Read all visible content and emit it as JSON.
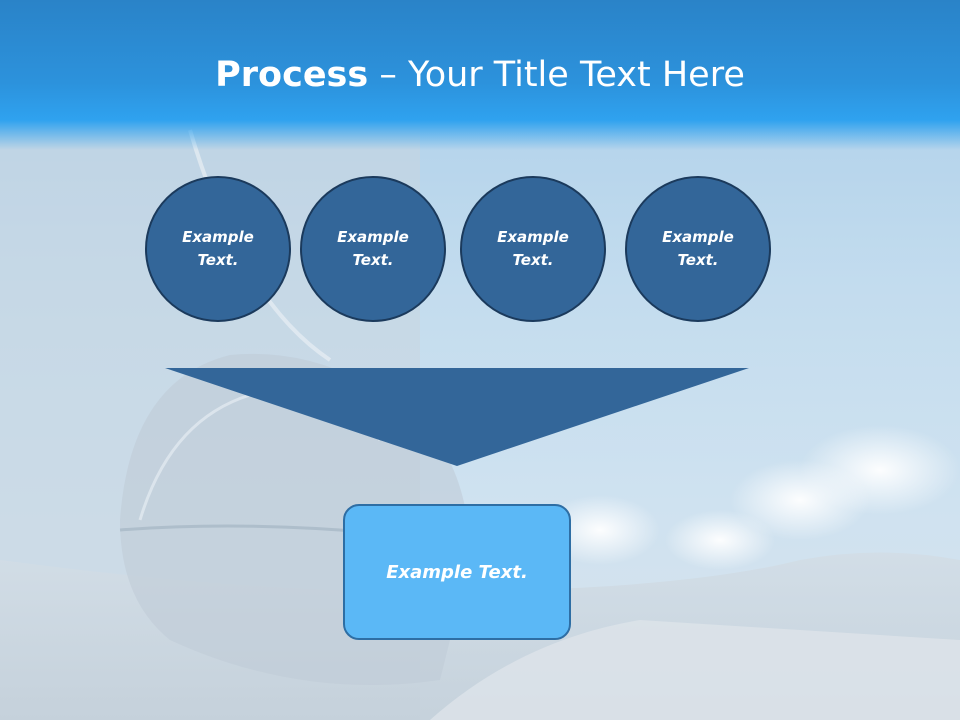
{
  "slide": {
    "title_bold": "Process",
    "title_rest": " – Your Title Text Here",
    "circles": [
      {
        "label": "Example\nText."
      },
      {
        "label": "Example\nText."
      },
      {
        "label": "Example\nText."
      },
      {
        "label": "Example\nText."
      }
    ],
    "result_label": "Example Text."
  },
  "colors": {
    "title_bar": "#2c92dc",
    "circle_fill": "#336699",
    "funnel_fill": "#336699",
    "result_fill": "#5bb8f6",
    "text": "#ffffff"
  }
}
